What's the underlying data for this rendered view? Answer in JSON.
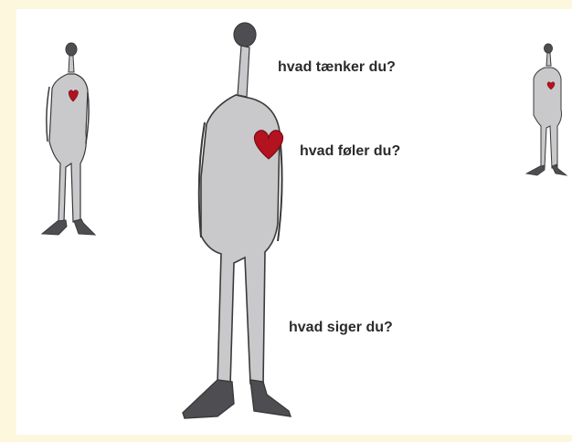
{
  "questions": {
    "think": "hvad tænker du?",
    "feel": "hvad føler du?",
    "say": "hvad siger du?"
  },
  "colors": {
    "background": "#fdf7de",
    "panel": "#ffffff",
    "body": "#c9c9cc",
    "outline": "#3a3a3a",
    "dark": "#4e4e52",
    "heart": "#b3121f",
    "text": "#2b2b2b"
  },
  "icons": [
    "person-figure",
    "heart-icon"
  ]
}
